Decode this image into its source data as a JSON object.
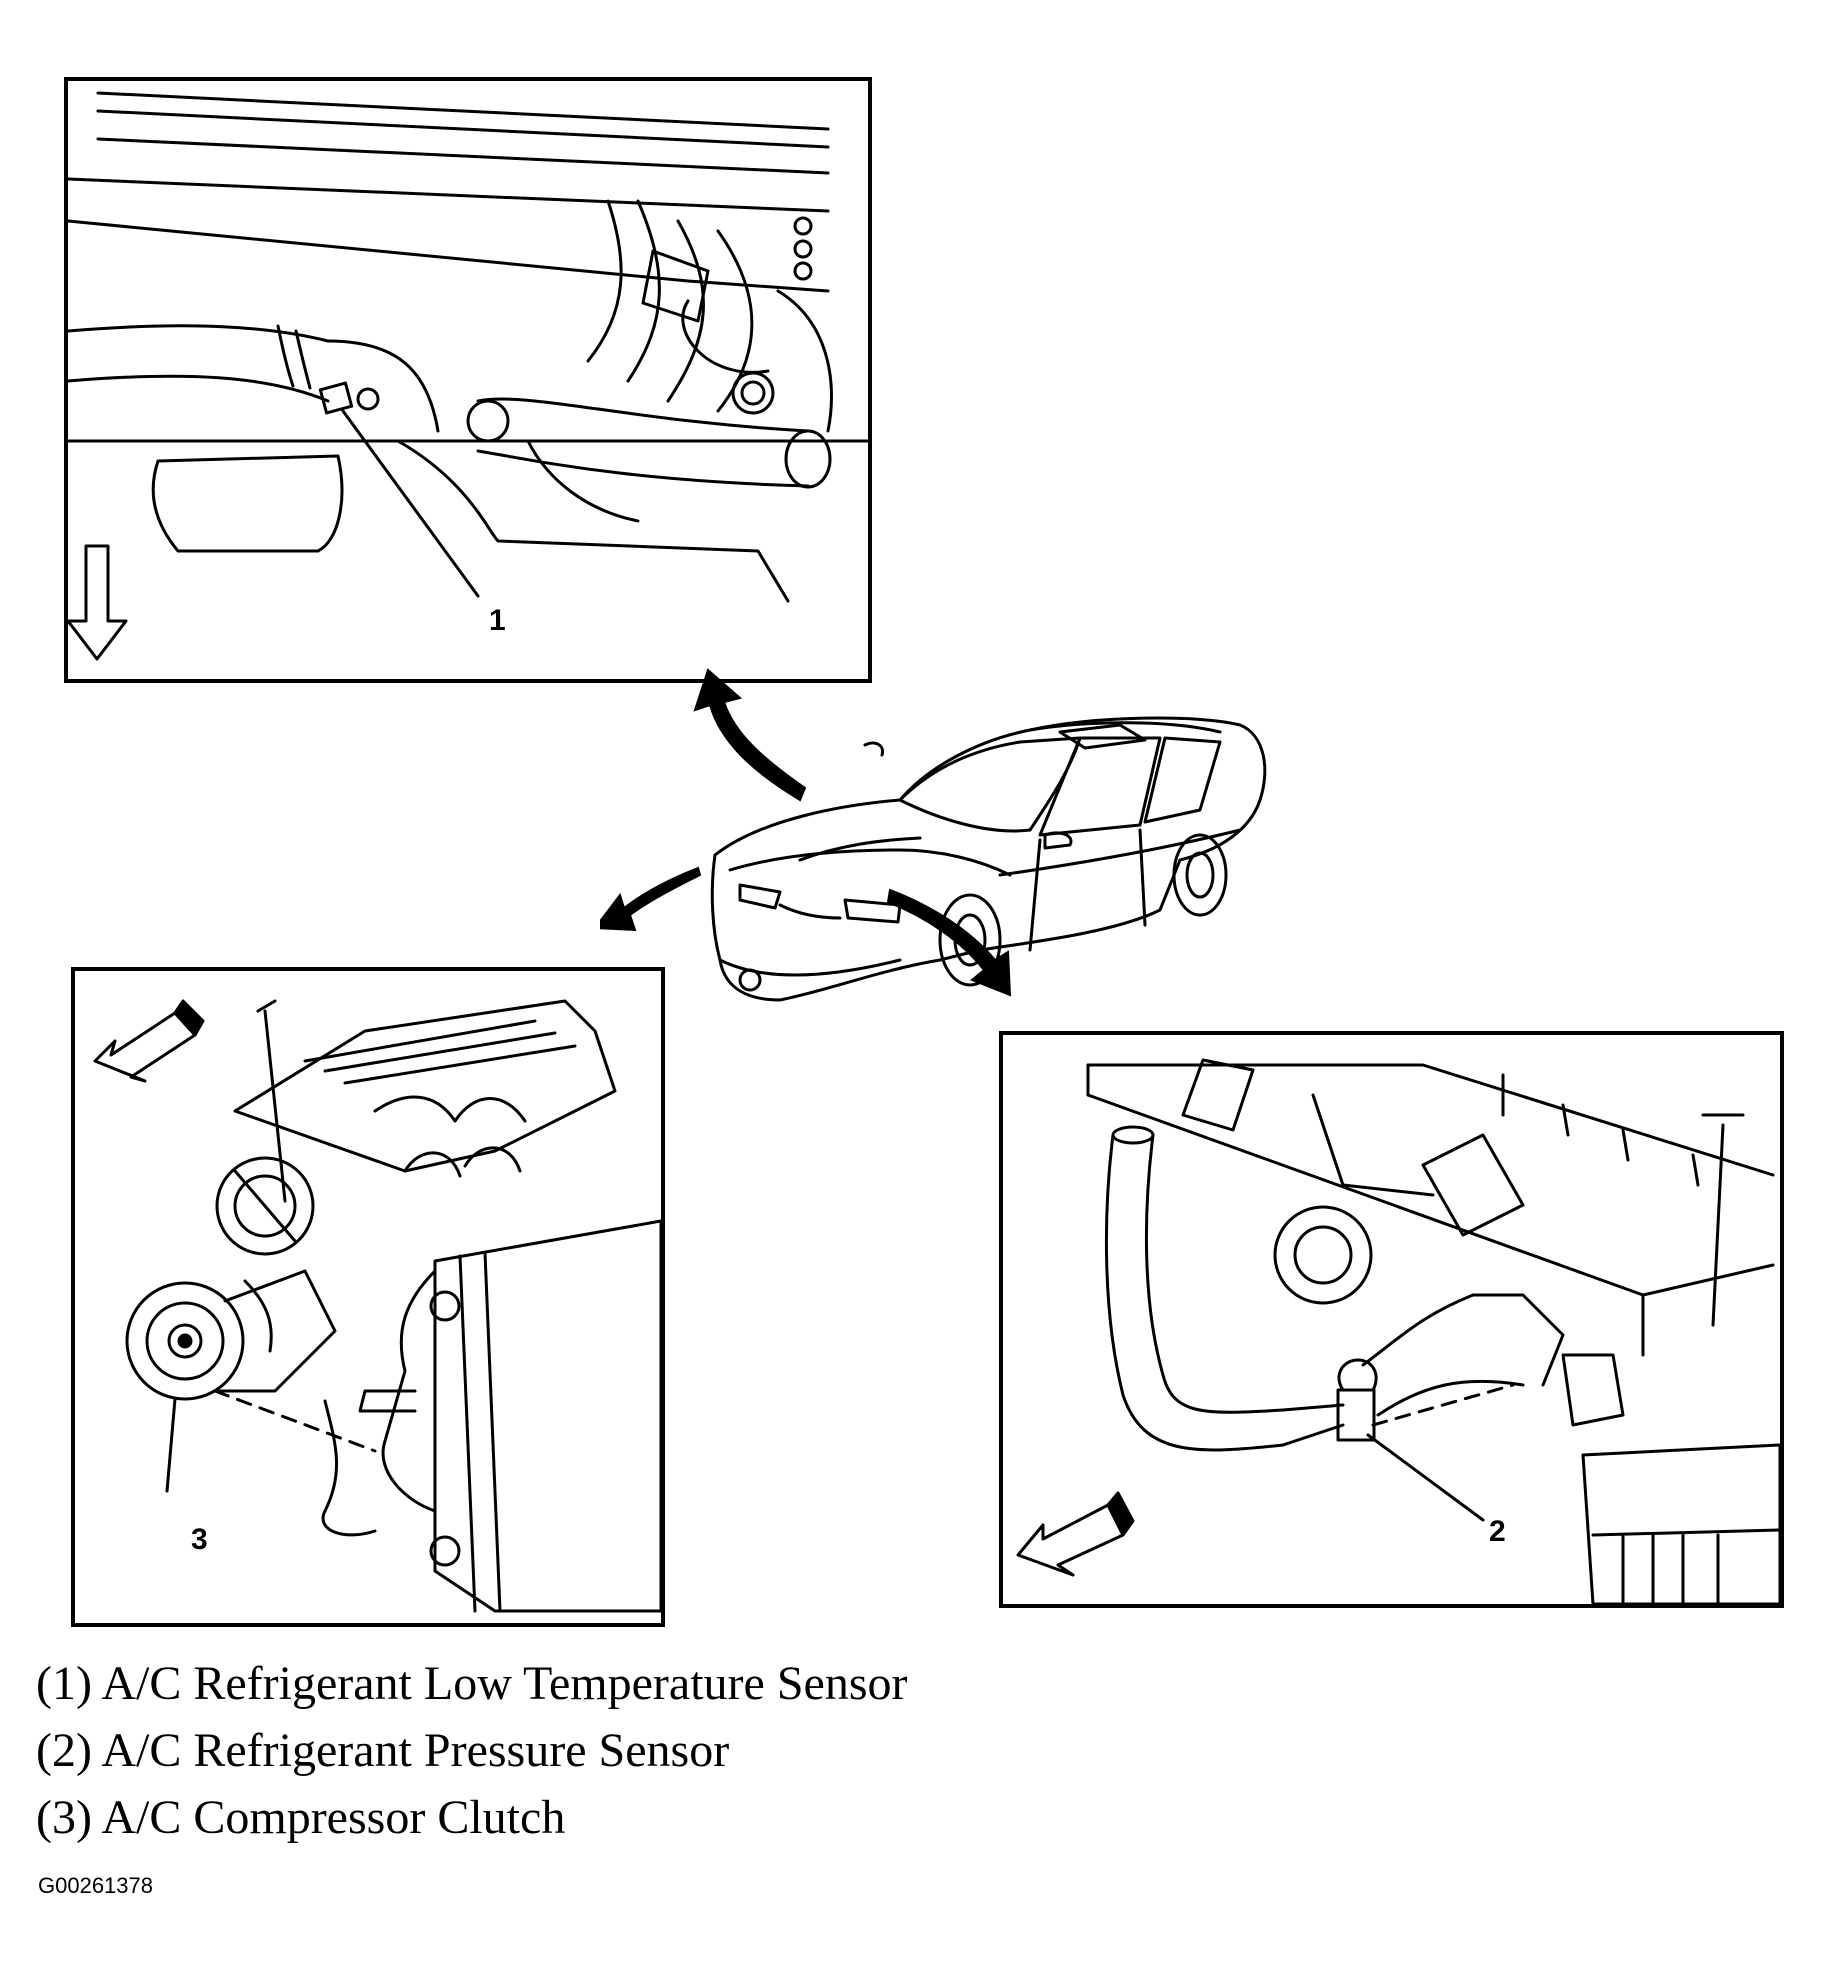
{
  "callouts": {
    "c1": "1",
    "c2": "2",
    "c3": "3"
  },
  "legend": [
    "(1) A/C Refrigerant Low Temperature Sensor",
    "(2) A/C Refrigerant Pressure Sensor",
    "(3) A/C Compressor Clutch"
  ],
  "figure_id": "G00261378",
  "icons": {
    "forward_arrow": "forward-direction-arrow",
    "view_arrows": "view-location-arrows"
  }
}
